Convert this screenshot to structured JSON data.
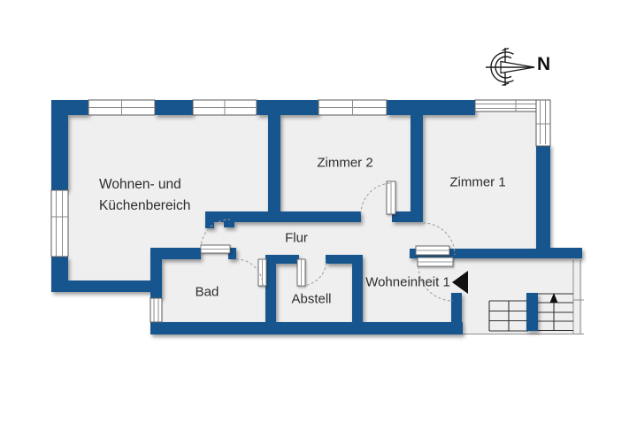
{
  "compass": {
    "label": "N"
  },
  "rooms": {
    "wohnen": {
      "line1": "Wohnen- und",
      "line2": "Küchenbereich"
    },
    "zimmer2": {
      "label": "Zimmer 2"
    },
    "zimmer1": {
      "label": "Zimmer 1"
    },
    "flur": {
      "label": "Flur"
    },
    "bad": {
      "label": "Bad"
    },
    "abstell": {
      "label": "Abstell"
    }
  },
  "unit": {
    "label": "Wohneinheit 1"
  },
  "colors": {
    "wall_blue": "#17548e",
    "floor_gray": "#efefef",
    "arc_gray": "#9a9a9a",
    "line_dark": "#333333",
    "background": "#ffffff"
  }
}
